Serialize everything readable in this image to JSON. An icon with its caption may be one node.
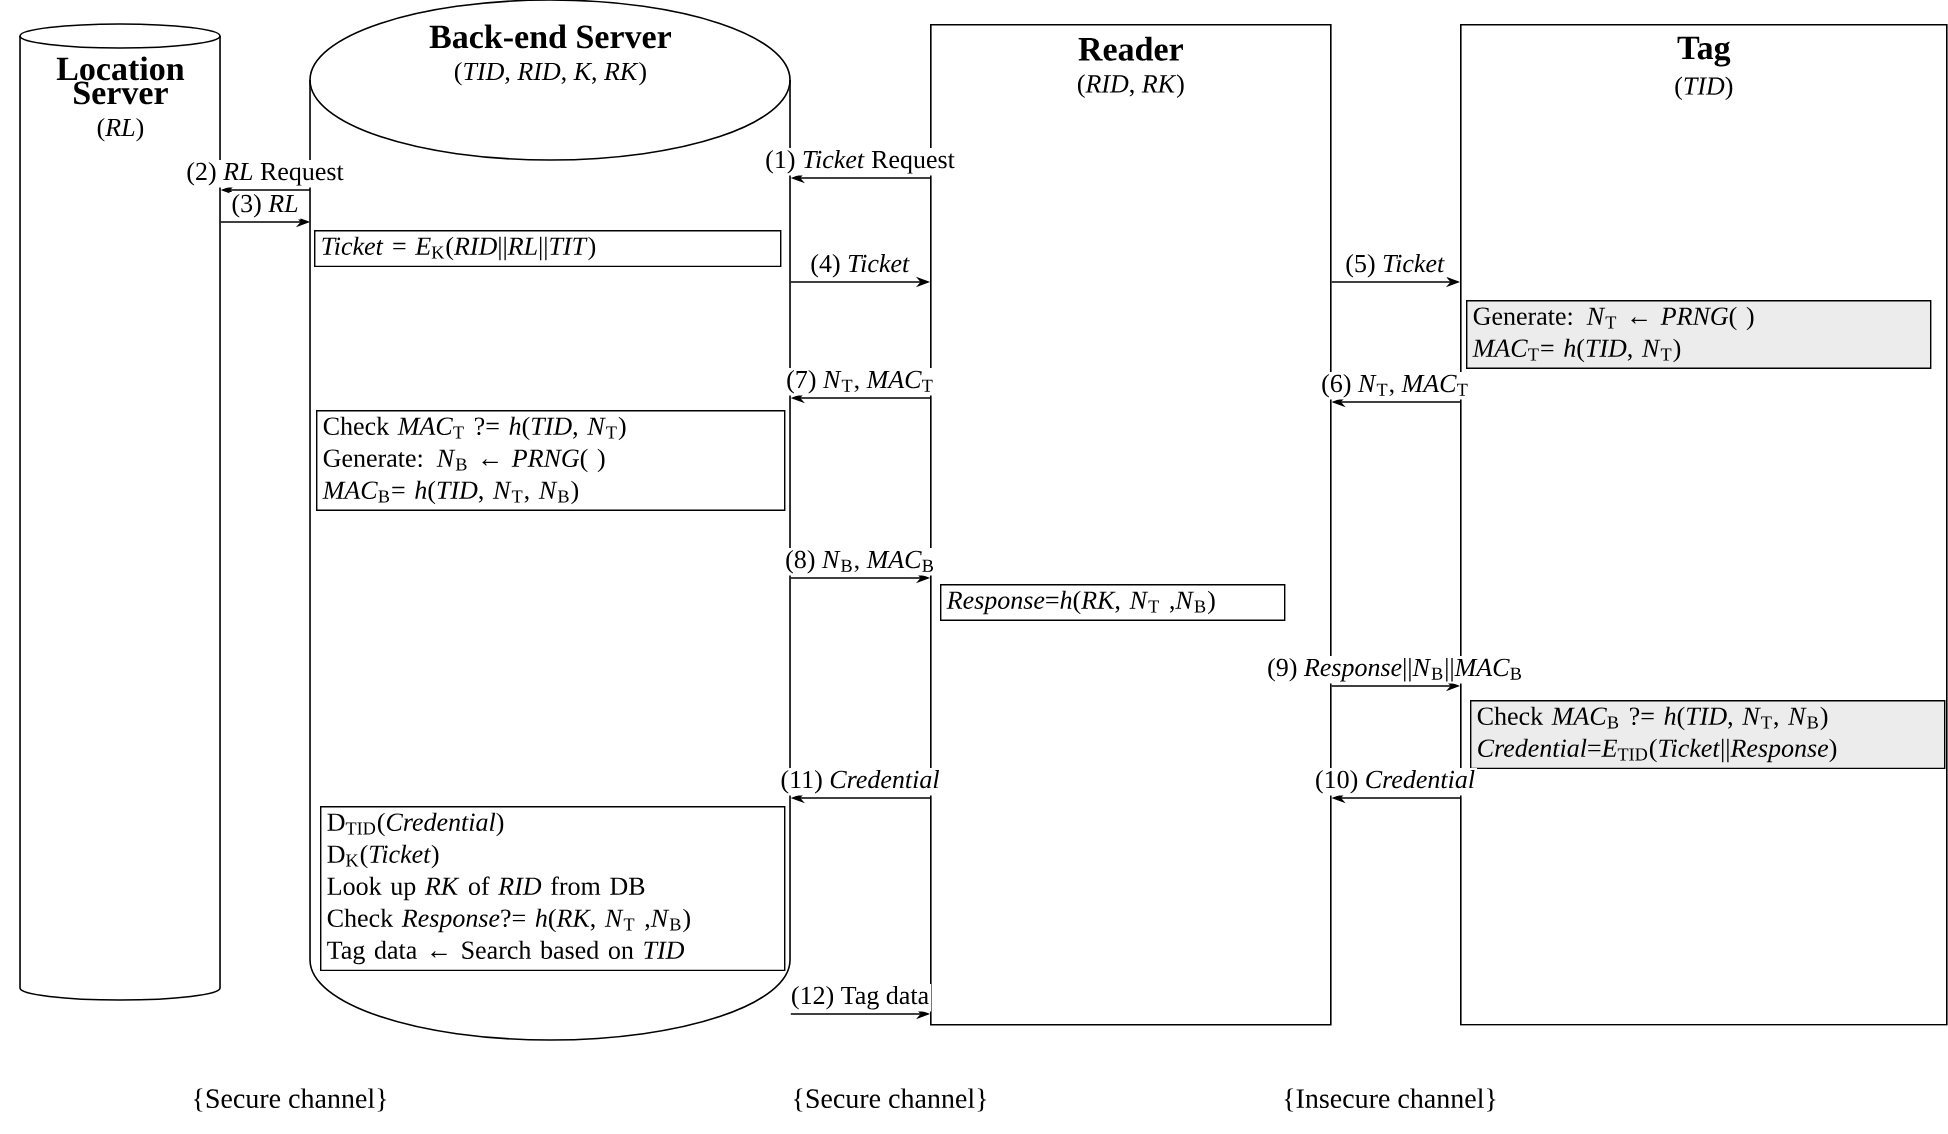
{
  "diagram": {
    "nodes": [
      {
        "text": [
          "Location Server",
          "(*RL*)"
        ]
      },
      {
        "text": [
          "Back-end Server",
          "(*TID*, *RID*, *K*, *RK*)"
        ]
      },
      {
        "text": [
          "Reader",
          "(*RID*, *RK*)"
        ]
      },
      {
        "text": [
          "Tag",
          "(*TID*)"
        ]
      },
      {
        "text": [
          "*Ticket* = *E*$_{K}$(*RID*||*RL*||*TIT*)"
        ],
        "in": 1
      },
      {
        "text": [
          "Generate: *N*$_{T}$ ← *PRNG*( )",
          "*MAC*$_{T}$= *h*(*TID*, *N*$_{T}$)"
        ],
        "in": 3
      },
      {
        "text": [
          "Check *MAC*$_{T}$ ?= *h*(*TID*, *N*$_{T}$)",
          "Generate: *N*$_{B}$ ← *PRNG*( )",
          "*MAC*$_{B}$= *h*(*TID*, *N*$_{T}$, *N*$_{B}$)"
        ],
        "in": 1
      },
      {
        "text": [
          "*Response*=*h*(*RK*, *N*$_{T}$ ,*N*$_{B}$)"
        ],
        "in": 2
      },
      {
        "text": [
          "Check *MAC*$_{B}$ ?= *h*(*TID*, *N*$_{T}$, *N*$_{B}$)",
          "*Credential*=*E*$_{TID}$(*Ticket*||*Response*)"
        ],
        "in": 3
      },
      {
        "text": [
          "D$_{TID}$(*Credential*)",
          "D$_{K}$(*Ticket*)",
          "Look up *RK* of *RID* from DB",
          "Check *Response*?= *h*(*RK*, *N*$_{T}$ ,*N*$_{B}$)",
          "Tag data ← Search based on *TID*"
        ],
        "in": 1
      }
    ],
    "edges": [
      {
        "from": 2,
        "to": 1,
        "arrow": "to",
        "label": "(1) *Ticket* Request"
      },
      {
        "from": 1,
        "to": 0,
        "arrow": "to",
        "label": "(2) *RL* Request"
      },
      {
        "from": 0,
        "to": 1,
        "arrow": "to",
        "label": "(3) *RL*"
      },
      {
        "from": 1,
        "to": 2,
        "arrow": "to",
        "label": "(4) *Ticket*"
      },
      {
        "from": 2,
        "to": 3,
        "arrow": "to",
        "label": "(5) *Ticket*"
      },
      {
        "from": 3,
        "to": 2,
        "arrow": "to",
        "label": "(6) *N*$_{T}$, *MAC*$_{T}$"
      },
      {
        "from": 2,
        "to": 1,
        "arrow": "to",
        "label": "(7) *N*$_{T}$, *MAC*$_{T}$"
      },
      {
        "from": 1,
        "to": 2,
        "arrow": "to",
        "label": "(8) *N*$_{B}$, *MAC*$_{B}$"
      },
      {
        "from": 2,
        "to": 3,
        "arrow": "to",
        "label": "(9) *Response*||*N*$_{B}$||*MAC*$_{B}$"
      },
      {
        "from": 3,
        "to": 2,
        "arrow": "to",
        "label": "(10) *Credential*"
      },
      {
        "from": 2,
        "to": 1,
        "arrow": "to",
        "label": "(11) *Credential*"
      },
      {
        "from": 1,
        "to": 2,
        "arrow": "to",
        "label": "(12) Tag data"
      }
    ],
    "labels": [
      "{Secure channel}",
      "{Secure channel}",
      "{Insecure channel}"
    ]
  }
}
